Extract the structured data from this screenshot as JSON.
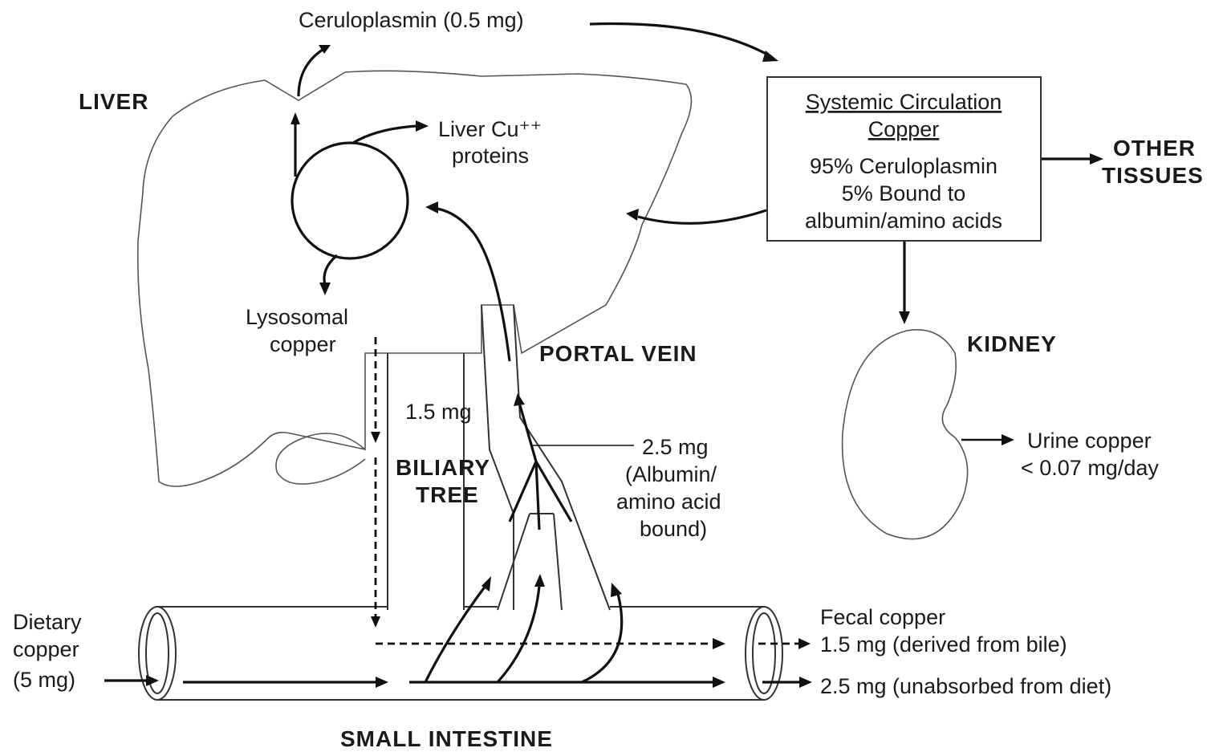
{
  "labels": {
    "ceruloplasmin": "Ceruloplasmin (0.5 mg)",
    "liver": "LIVER",
    "liver_cu_line1": "Liver Cu⁺⁺",
    "liver_cu_line2": "proteins",
    "lysosomal_line1": "Lysosomal",
    "lysosomal_line2": "copper",
    "portal_vein": "PORTAL VEIN",
    "bile_amount": "1.5 mg",
    "biliary_line1": "BILIARY",
    "biliary_line2": "TREE",
    "portal_amount_line1": "2.5 mg",
    "portal_amount_line2": "(Albumin/",
    "portal_amount_line3": "amino acid",
    "portal_amount_line4": "bound)",
    "dietary_line1": "Dietary",
    "dietary_line2": "copper",
    "dietary_line3": "(5 mg)",
    "small_intestine": "SMALL INTESTINE",
    "fecal_title": "Fecal copper",
    "fecal_bile": "1.5 mg (derived from bile)",
    "fecal_diet": "2.5 mg (unabsorbed from diet)",
    "other_tissues_line1": "OTHER",
    "other_tissues_line2": "TISSUES",
    "kidney": "KIDNEY",
    "urine_line1": "Urine copper",
    "urine_line2": "< 0.07 mg/day"
  },
  "systemic_box": {
    "title_line1": "Systemic Circulation",
    "title_line2": "Copper",
    "line1": "95% Ceruloplasmin",
    "line2": "5% Bound to",
    "line3": "albumin/amino acids"
  }
}
